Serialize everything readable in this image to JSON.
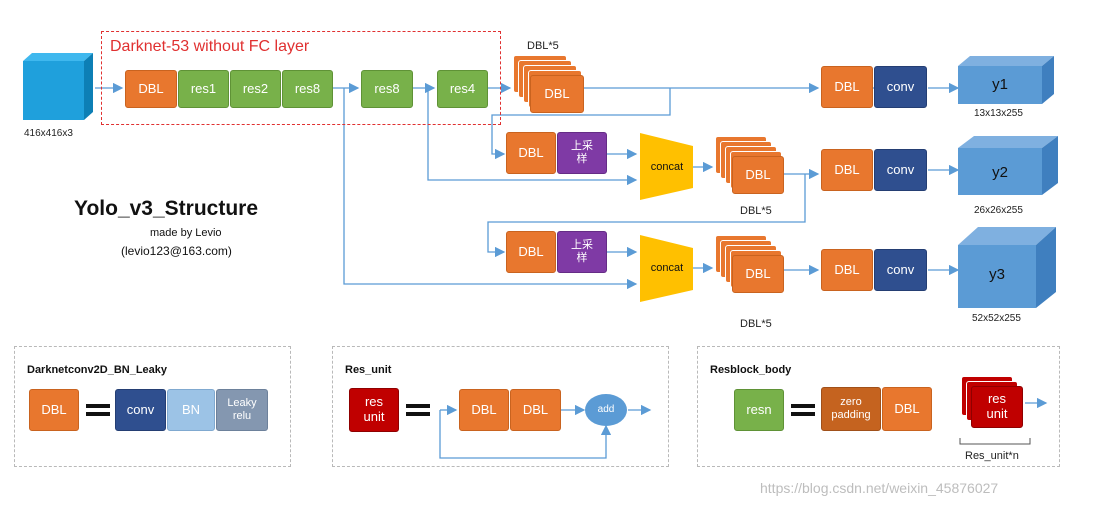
{
  "backbone": {
    "label": "Darknet-53 without FC layer"
  },
  "input": {
    "label": "416x416x3"
  },
  "blocks": {
    "dbl": "DBL",
    "res1": "res1",
    "res2": "res2",
    "res8a": "res8",
    "res8b": "res8",
    "res4": "res4",
    "conv": "conv",
    "upsample": "上采样",
    "upsample_l1": "上采",
    "upsample_l2": "样",
    "concat": "concat"
  },
  "stack_label": "DBL*5",
  "outputs": [
    {
      "name": "y1",
      "shape": "13x13x255"
    },
    {
      "name": "y2",
      "shape": "26x26x255"
    },
    {
      "name": "y3",
      "shape": "52x52x255"
    }
  ],
  "title": {
    "main": "Yolo_v3_Structure",
    "author": "made by Levio",
    "email": "(levio123@163.com)"
  },
  "legend": {
    "dbl_def": {
      "title": "Darknetconv2D_BN_Leaky",
      "items": [
        "DBL",
        "conv",
        "BN",
        "Leaky relu"
      ],
      "leaky_l1": "Leaky",
      "leaky_l2": "relu"
    },
    "res_unit": {
      "title": "Res_unit",
      "lhs_l1": "res",
      "lhs_l2": "unit",
      "add": "add"
    },
    "resblock": {
      "title": "Resblock_body",
      "lhs": "resn",
      "zero_l1": "zero",
      "zero_l2": "padding",
      "unit_l1": "res",
      "unit_l2": "unit",
      "caption": "Res_unit*n"
    }
  },
  "watermark": "https://blog.csdn.net/weixin_45876027",
  "colors": {
    "dbl": "#e8772e",
    "res": "#78b14a",
    "conv": "#2f4f8f",
    "upsample": "#7f3aa5",
    "concat": "#ffc000",
    "bn": "#9cc3e6",
    "leaky": "#8497b0",
    "res_unit": "#c00000",
    "output": "#5b9bd5",
    "arrow": "#5b9bd5",
    "backbone_border": "#e03030"
  }
}
